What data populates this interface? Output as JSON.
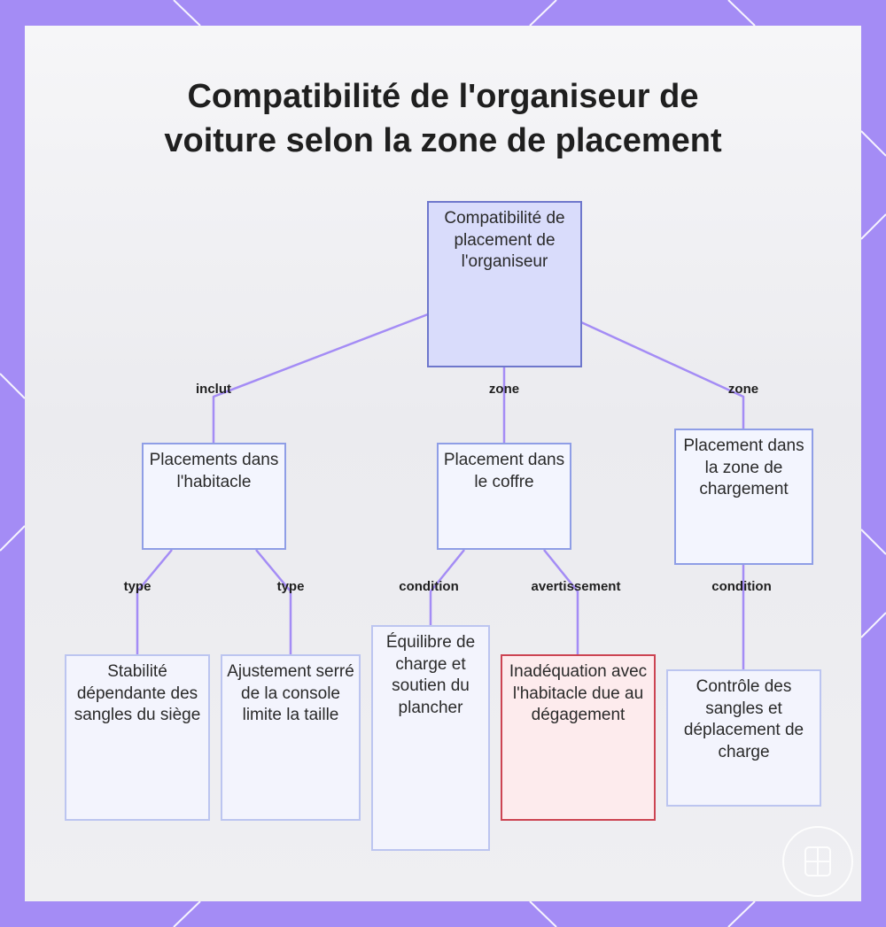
{
  "title": {
    "line1": "Compatibilité de l'organiseur de",
    "line2": "voiture selon la zone de placement"
  },
  "nodes": {
    "root": "Compatibilité de placement de l'organiseur",
    "cabin": "Placements dans l'habitacle",
    "trunk": "Placement dans le coffre",
    "cargo": "Placement dans la zone de chargement",
    "seat_straps": "Stabilité dépendante des sangles du siège",
    "console": "Ajustement serré de la console limite la taille",
    "load_balance": "Équilibre de charge et soutien du plancher",
    "mismatch": "Inadéquation avec l'habitacle due au dégagement",
    "strap_check": "Contrôle des sangles et déplacement de charge"
  },
  "edge_labels": {
    "root_cabin": "inclut",
    "root_trunk": "zone",
    "root_cargo": "zone",
    "cabin_seat": "type",
    "cabin_console": "type",
    "trunk_balance": "condition",
    "trunk_mismatch": "avertissement",
    "cargo_check": "condition"
  },
  "colors": {
    "frame": "#a48cf5",
    "edge": "#a48cf5",
    "node_border": "#8f9ee6",
    "root_fill": "#d9dcfb",
    "warning_border": "#cc4452",
    "warning_fill": "#fdebed"
  },
  "icons": {
    "watermark": "logo-badge-icon"
  }
}
